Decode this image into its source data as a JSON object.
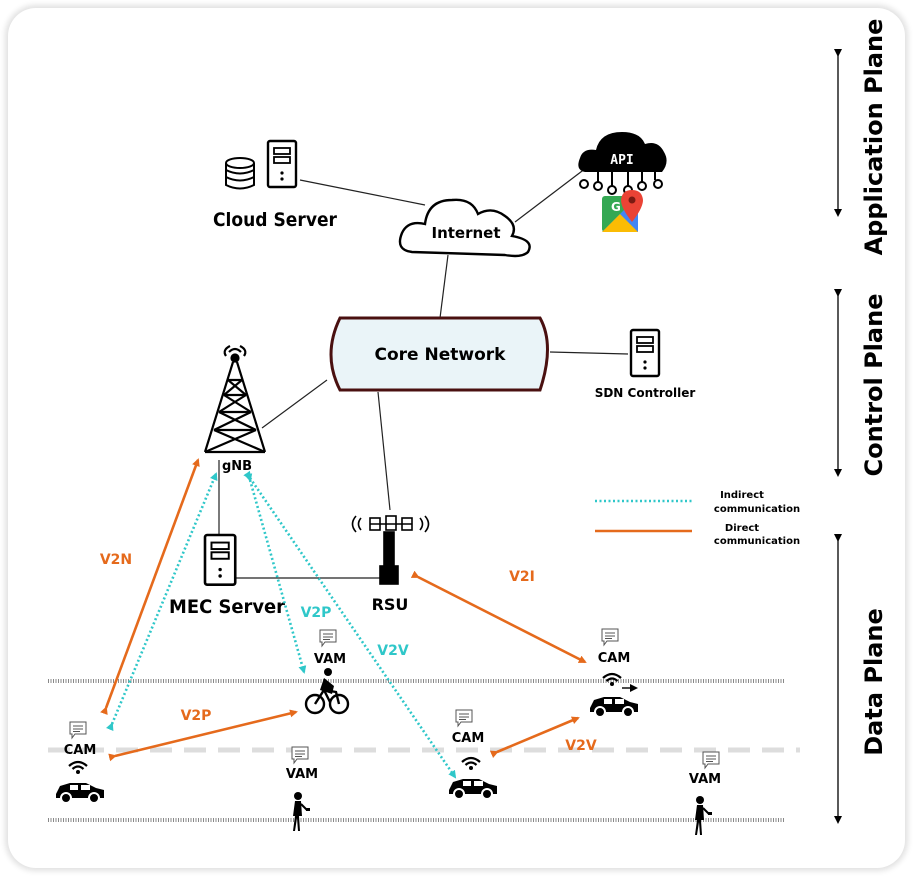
{
  "planes": {
    "application": "Application Plane",
    "control": "Control Plane",
    "data": "Data Plane"
  },
  "nodes": {
    "cloud_server": "Cloud Server",
    "internet": "Internet",
    "api": "API",
    "core_network": "Core Network",
    "sdn_controller": "SDN Controller",
    "gnb": "gNB",
    "mec_server": "MEC Server",
    "rsu": "RSU"
  },
  "legend": {
    "indirect_line1": "Indirect",
    "indirect_line2": "communication",
    "direct_line1": "Direct",
    "direct_line2": "communication"
  },
  "links": {
    "v2n": "V2N",
    "v2p_cyan": "V2P",
    "v2v_cyan": "V2V",
    "v2i": "V2I",
    "v2p_orange": "V2P",
    "v2v_orange": "V2V"
  },
  "messages": {
    "cam_left": "CAM",
    "cam_mid": "CAM",
    "cam_right": "CAM",
    "vam_bike": "VAM",
    "vam_ped1": "VAM",
    "vam_ped2": "VAM"
  },
  "colors": {
    "direct": "#e56a1c",
    "indirect": "#2fc7c9",
    "core_fill": "#eaf4f8",
    "core_border": "#4a1010"
  }
}
